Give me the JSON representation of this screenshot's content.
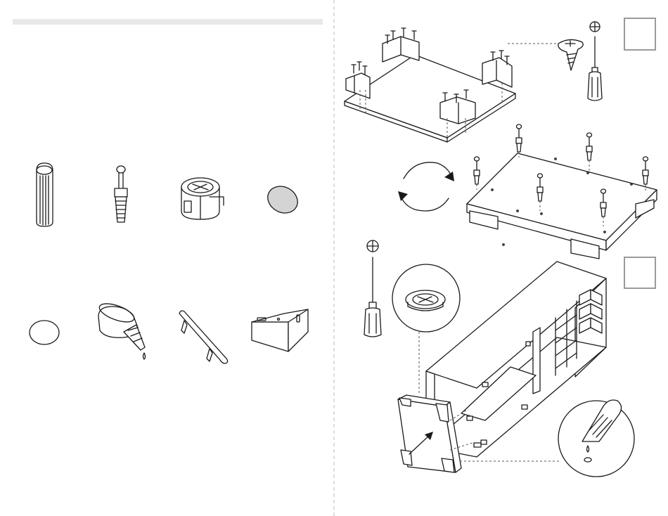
{
  "page": {
    "left_panel": {
      "header_bar_color": "#e8e8e8",
      "hardware": [
        {
          "id": "wooden-dowel",
          "icon": "wooden-dowel-icon"
        },
        {
          "id": "cam-bolt",
          "icon": "cam-bolt-icon"
        },
        {
          "id": "cam-lock",
          "icon": "cam-lock-icon"
        },
        {
          "id": "felt-pad",
          "icon": "felt-pad-icon"
        },
        {
          "id": "ring",
          "icon": "ring-icon"
        },
        {
          "id": "glue-bottle",
          "icon": "glue-bottle-icon"
        },
        {
          "id": "bar-handle",
          "icon": "bar-handle-icon"
        },
        {
          "id": "corner-bracket",
          "icon": "corner-bracket-icon"
        }
      ]
    },
    "right_panel": {
      "steps": [
        {
          "id": "step-box-1",
          "icon": "checkbox-icon"
        },
        {
          "id": "step-box-2",
          "icon": "checkbox-icon"
        }
      ],
      "tools": [
        "phillips-symbol-icon",
        "screwdriver-icon",
        "screw-icon",
        "rotate-arrows-icon",
        "magnifier-icon"
      ]
    },
    "colors": {
      "line": "#1a1a1a",
      "divider": "#bbbbbb",
      "step_box": "#9a9a9a",
      "felt": "#d4d4d4"
    }
  }
}
